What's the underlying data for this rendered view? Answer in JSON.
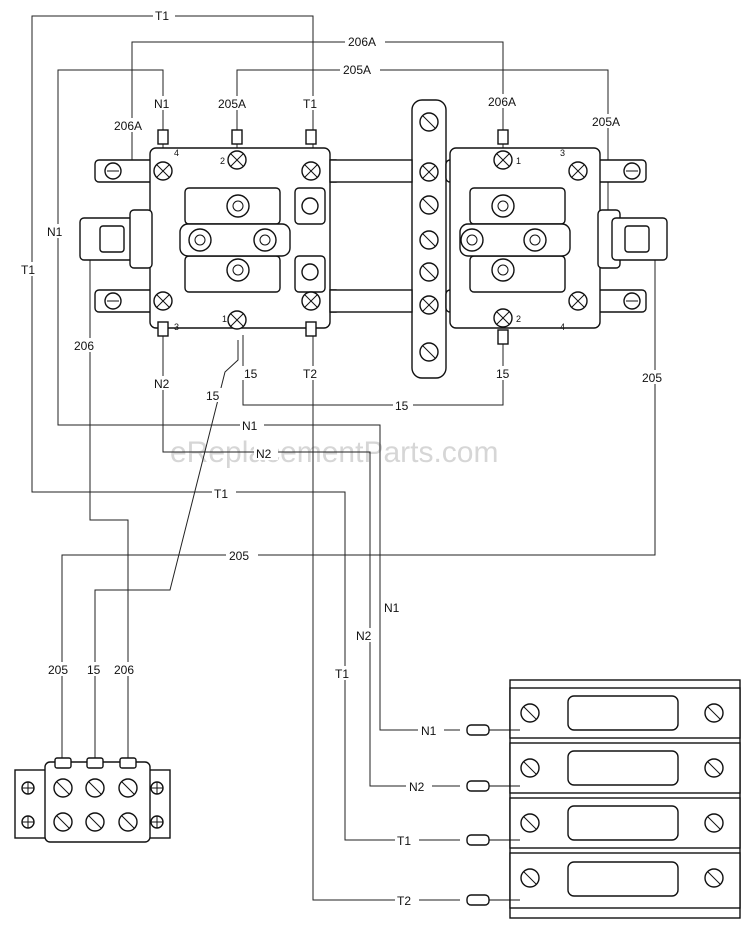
{
  "watermark": "eReplacementParts.com",
  "wire_labels": {
    "t1_top": "T1",
    "w206a_top": "206A",
    "w205a_top": "205A",
    "n1_term": "N1",
    "w205a_term_left": "205A",
    "t1_term": "T1",
    "w206a_term_right": "206A",
    "w205a_term_right": "205A",
    "w206a_left": "206A",
    "n1_left": "N1",
    "t1_left": "T1",
    "w206_left": "206",
    "n2_term": "N2",
    "w15_a": "15",
    "t2_term": "T2",
    "w15_b": "15",
    "w15_c": "15",
    "w15_d": "15",
    "w205_right": "205",
    "n1_mid": "N1",
    "n2_mid": "N2",
    "t1_mid": "T1",
    "w205_mid": "205",
    "n1_diag": "N1",
    "n2_diag": "N2",
    "t1_diag": "T1",
    "w205_block": "205",
    "w15_block": "15",
    "w206_block": "206",
    "n1_fuse": "N1",
    "n2_fuse": "N2",
    "t1_fuse": "T1",
    "t2_fuse": "T2"
  },
  "terminal_numbers": {
    "left_top_left": "4",
    "left_top_right": "2",
    "left_bottom_left": "3",
    "left_bottom_right": "1",
    "right_top_left": "1",
    "right_top_right": "3",
    "right_bottom_left": "2",
    "right_bottom_right": "4"
  }
}
